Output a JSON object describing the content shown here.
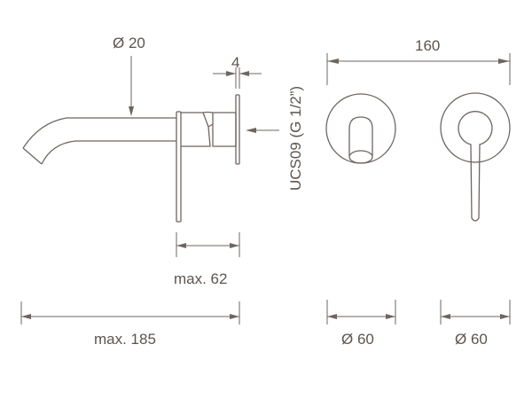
{
  "labels": {
    "spout_diameter": "Ø 20",
    "plate_thickness": "4",
    "connection": "UCS09 (G 1/2”)",
    "depth": "max. 62",
    "length": "max. 185",
    "spacing": "160",
    "left_plate_diameter": "Ø 60",
    "right_plate_diameter": "Ø 60"
  },
  "colors": {
    "line": "#6e6560",
    "text": "#5c544f"
  }
}
